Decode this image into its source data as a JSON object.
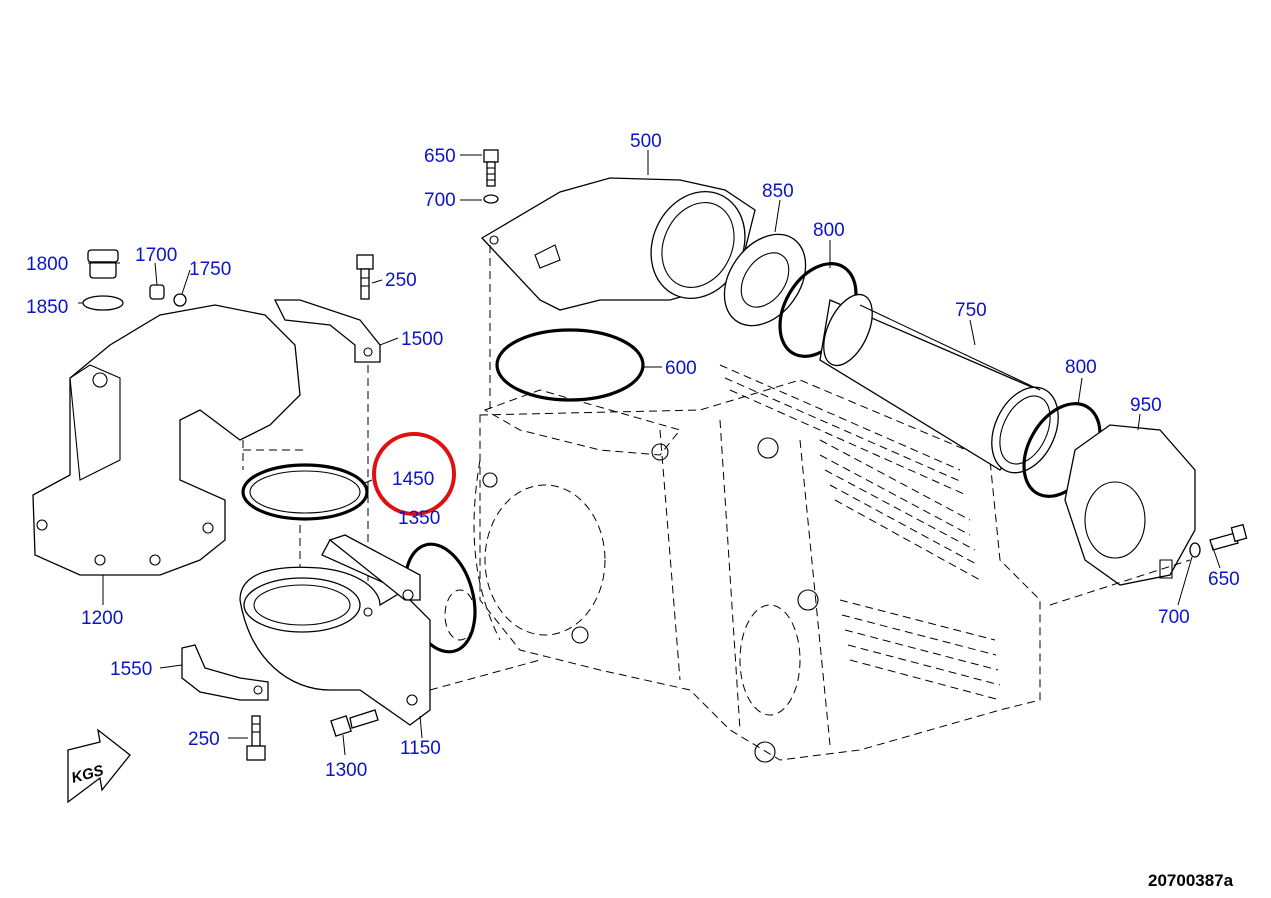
{
  "diagram_id": "20700387a",
  "kgs_label": "KGS",
  "highlight_color": "#e01010",
  "label_color": "#0a14c8",
  "highlighted_part": "1450",
  "labels": {
    "p500": "500",
    "p650a": "650",
    "p700a": "700",
    "p850": "850",
    "p800a": "800",
    "p1800": "1800",
    "p1700": "1700",
    "p1750": "1750",
    "p250a": "250",
    "p1850": "1850",
    "p1500": "1500",
    "p600": "600",
    "p750": "750",
    "p800b": "800",
    "p950": "950",
    "p1450": "1450",
    "p1350": "1350",
    "p650b": "650",
    "p700b": "700",
    "p1200": "1200",
    "p1550": "1550",
    "p250b": "250",
    "p1300": "1300",
    "p1150": "1150"
  }
}
